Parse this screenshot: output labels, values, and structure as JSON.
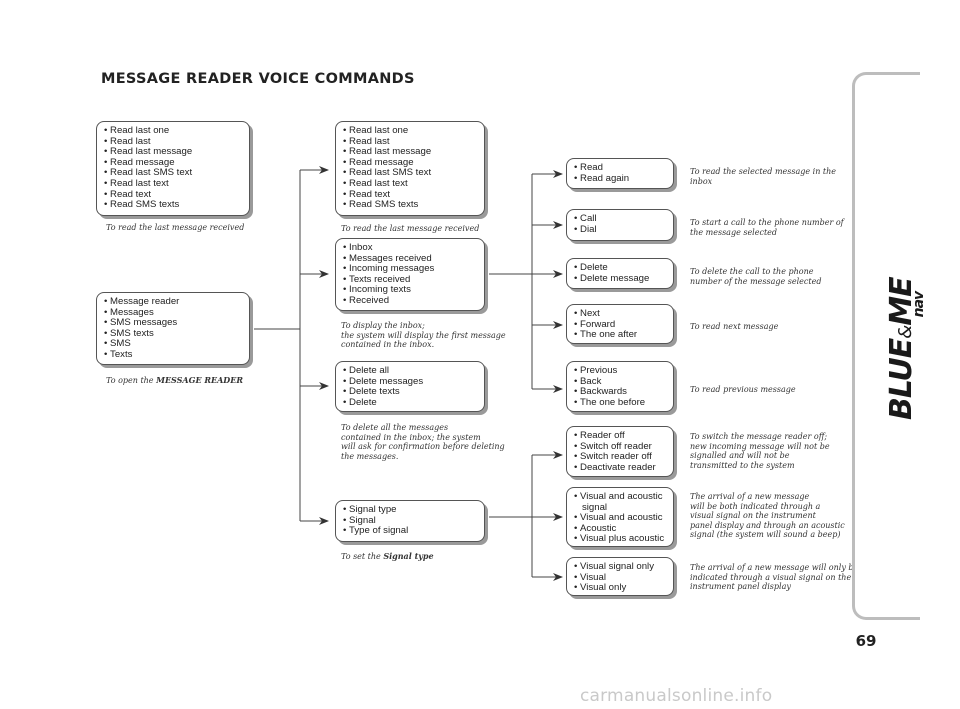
{
  "title": "MESSAGE READER VOICE COMMANDS",
  "page_number": "69",
  "logo": {
    "text1": "BLUE",
    "amp": "&",
    "text2": "ME",
    "sub": "nav"
  },
  "watermark": "carmanualsonline.info",
  "left": {
    "read_last": {
      "items": [
        "Read last one",
        "Read last",
        "Read last message",
        "Read message",
        "Read last SMS text",
        "Read last text",
        "Read text",
        "Read SMS texts"
      ],
      "caption": "To read the last message received"
    },
    "open_reader": {
      "items": [
        "Message reader",
        "Messages",
        "SMS messages",
        "SMS texts",
        "SMS",
        "Texts"
      ],
      "caption_prefix": "To open the ",
      "caption_bold": "MESSAGE READER"
    }
  },
  "middle": {
    "read_last": {
      "items": [
        "Read last one",
        "Read last",
        "Read last message",
        "Read message",
        "Read last SMS text",
        "Read last text",
        "Read text",
        "Read SMS texts"
      ],
      "caption": "To read the last message received"
    },
    "inbox": {
      "items": [
        "Inbox",
        "Messages received",
        "Incoming messages",
        "Texts received",
        "Incoming texts",
        "Received"
      ],
      "caption": "To display the inbox;\nthe system will display the first message\ncontained in the inbox."
    },
    "delete_all": {
      "items": [
        "Delete all",
        "Delete messages",
        "Delete texts",
        "Delete"
      ],
      "caption": "To delete all the messages\ncontained in the inbox; the system\nwill ask for confirmation before deleting\nthe messages."
    },
    "signal_type": {
      "items": [
        "Signal type",
        "Signal",
        "Type of signal"
      ],
      "caption_prefix": "To set the ",
      "caption_bold": "Signal type"
    }
  },
  "right": {
    "read": {
      "items": [
        "Read",
        "Read again"
      ],
      "caption": "To read the selected message in the\ninbox"
    },
    "call": {
      "items": [
        "Call",
        "Dial"
      ],
      "caption": "To start a call to the phone number of\nthe message selected"
    },
    "delete": {
      "items": [
        "Delete",
        "Delete message"
      ],
      "caption": "To delete the call to the phone\nnumber of the message selected"
    },
    "next": {
      "items": [
        "Next",
        "Forward",
        "The one after"
      ],
      "caption": "To read next message"
    },
    "previous": {
      "items": [
        "Previous",
        "Back",
        "Backwards",
        "The one before"
      ],
      "caption": "To read previous message"
    },
    "reader_off": {
      "items": [
        "Reader off",
        "Switch off reader",
        "Switch reader off",
        "Deactivate reader"
      ],
      "caption": "To switch the message reader off;\nnew incoming message will not be\nsignalled and will not be\ntransmitted to the system"
    },
    "visual_acoustic": {
      "items": [
        "Visual and acoustic\nsignal",
        "Visual and acoustic",
        "Acoustic",
        "Visual plus acoustic"
      ],
      "caption": "The arrival of a new message\nwill be both indicated through a\nvisual signal on the instrument\npanel display and through an acoustic\nsignal (the system will sound a beep)"
    },
    "visual_only": {
      "items": [
        "Visual signal only",
        "Visual",
        "Visual only"
      ],
      "caption": "The arrival of a new message will only be\nindicated through a visual signal on the\ninstrument panel display"
    }
  }
}
